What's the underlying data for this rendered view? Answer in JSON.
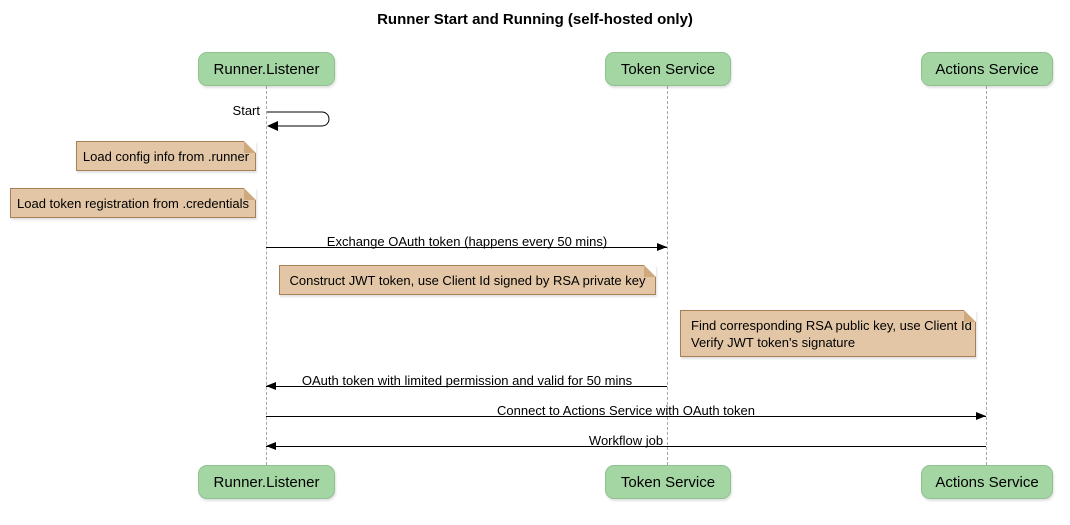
{
  "title": "Runner Start and Running (self-hosted only)",
  "participants": [
    {
      "label": "Runner.Listener"
    },
    {
      "label": "Token Service"
    },
    {
      "label": "Actions Service"
    }
  ],
  "messages": {
    "self_start": "Start",
    "exchange": "Exchange OAuth token (happens every 50 mins)",
    "oauth_return": "OAuth token with limited permission and valid for 50 mins",
    "connect": "Connect to Actions Service with OAuth token",
    "workflow": "Workflow job"
  },
  "notes": {
    "load_config": "Load config info from .runner",
    "load_token": "Load token registration from .credentials",
    "construct_jwt": "Construct JWT token, use Client Id signed by RSA private key",
    "find_key_line1": "Find corresponding RSA public key, use Client Id",
    "find_key_line2": "Verify JWT token's signature"
  },
  "colors": {
    "participant_fill": "#a3d6a3",
    "participant_border": "#8fc28f",
    "note_fill": "#e3c6a5",
    "note_border": "#a88055",
    "lifeline": "#a6a6a6",
    "arrow": "#000000"
  }
}
